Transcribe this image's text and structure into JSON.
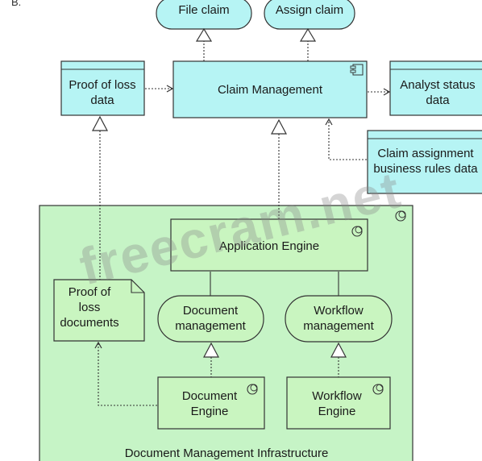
{
  "corner_label": "B.",
  "watermark": "freecram.net",
  "services": {
    "file_claim": "File claim",
    "assign_claim": "Assign claim"
  },
  "data_objects": {
    "proof_of_loss": [
      "Proof of loss",
      "data"
    ],
    "analyst_status": [
      "Analyst status",
      "data"
    ],
    "claim_assignment": [
      "Claim assignment",
      "business rules data"
    ]
  },
  "claim_management": "Claim Management",
  "application_engine": "Application Engine",
  "document_management": [
    "Document",
    "management"
  ],
  "workflow_management": [
    "Workflow",
    "management"
  ],
  "proof_of_loss_documents": [
    "Proof of",
    "loss",
    "documents"
  ],
  "document_engine": [
    "Document",
    "Engine"
  ],
  "workflow_engine": [
    "Workflow",
    "Engine"
  ],
  "infrastructure_label": "Document Management Infrastructure",
  "colors": {
    "cyan_fill": "#b6f4f4",
    "green_fill": "#c6f4c6",
    "green_node": "#c9f5c0",
    "stroke": "#333333"
  }
}
